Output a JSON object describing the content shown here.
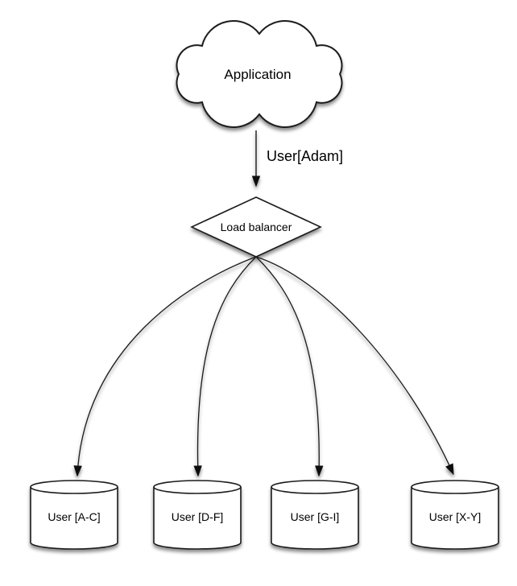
{
  "canvas": {
    "background": "#ffffff",
    "stroke_color": "#1a1a1a",
    "shape_fill": "#ffffff",
    "text_color": "#000000",
    "shadow_color": "rgba(0,0,0,0.45)"
  },
  "nodes": {
    "application": {
      "type": "cloud",
      "label": "Application"
    },
    "load_balancer": {
      "type": "diamond",
      "label": "Load balancer"
    },
    "shards": [
      {
        "type": "cylinder",
        "label": "User [A-C]"
      },
      {
        "type": "cylinder",
        "label": "User [D-F]"
      },
      {
        "type": "cylinder",
        "label": "User [G-I]"
      },
      {
        "type": "cylinder",
        "label": "User [X-Y]"
      }
    ]
  },
  "edges": {
    "app_to_load_balancer": {
      "label": "User[Adam]",
      "arrow": "filled-triangle"
    },
    "load_balancer_to_shards": {
      "count": 4,
      "arrow": "filled-triangle"
    }
  }
}
